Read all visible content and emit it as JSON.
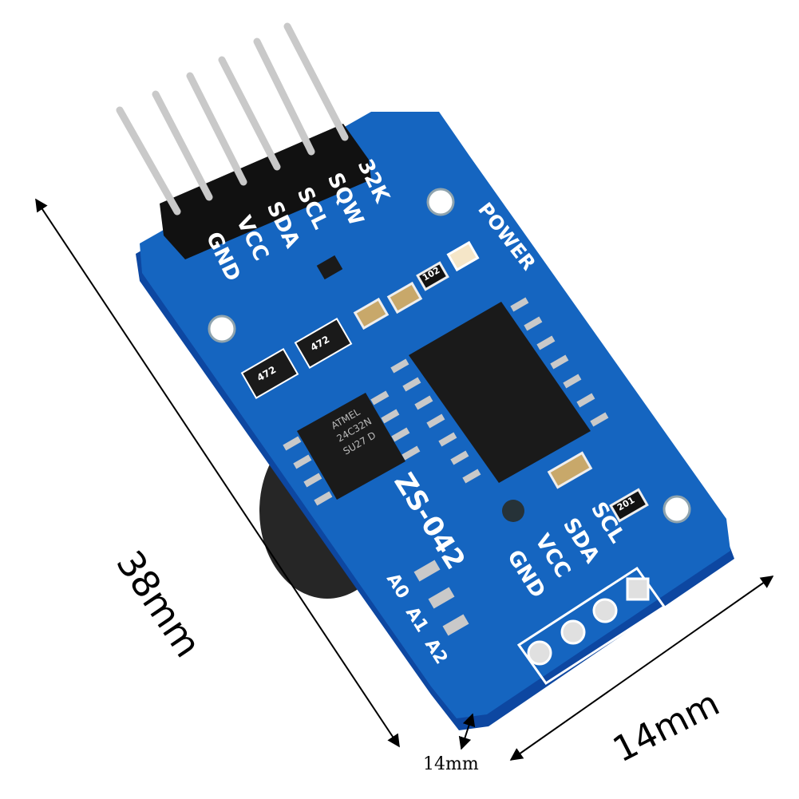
{
  "image": {
    "subject": "RTC clock module board",
    "colors": {
      "pcb": "#1565c0",
      "pcb_edge": "#0d47a1",
      "chip": "#1a1a1a",
      "pin": "#c9c9c9",
      "header": "#111111",
      "background": "#ffffff"
    }
  },
  "header_pins": {
    "labels": [
      "32K",
      "SQW",
      "SCL",
      "SDA",
      "VCC",
      "GND"
    ]
  },
  "power_label": "POWER",
  "board_label": "ZS-042",
  "bottom_pins": {
    "labels": [
      "SCL",
      "SDA",
      "VCC",
      "GND"
    ]
  },
  "address_labels": [
    "A0",
    "A1",
    "A2"
  ],
  "component_marks": {
    "res_1": "472",
    "res_2": "472",
    "res_3": "102",
    "res_4": "201",
    "eeprom_lines": [
      "ATMEL",
      "24C32N",
      "SU27 D"
    ]
  },
  "dimensions": {
    "length": "38mm",
    "width": "14mm",
    "height": "14mm"
  }
}
